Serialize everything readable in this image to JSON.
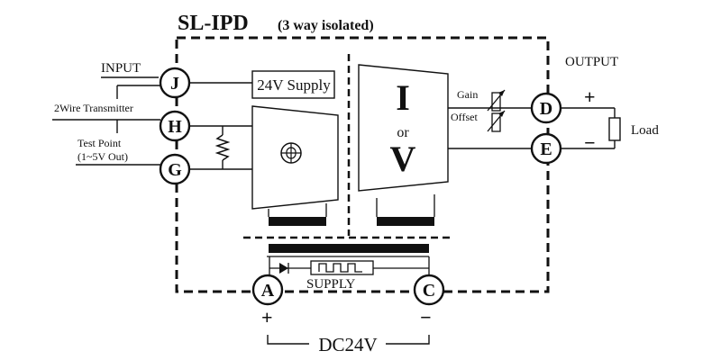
{
  "title": "SL-IPD",
  "subtitle": "(3 way isolated)",
  "input_label": "INPUT",
  "output_label": "OUTPUT",
  "transmitter_label": "2Wire Transmitter",
  "test_point_label": "Test Point",
  "test_point_range": "(1~5V Out)",
  "supply_box_label": "24V Supply",
  "converter_top": "I",
  "converter_mid": "or",
  "converter_bottom": "V",
  "gain_label": "Gain",
  "offset_label": "Offset",
  "load_label": "Load",
  "output_plus": "+",
  "output_minus": "−",
  "supply_label": "SUPPLY",
  "dc_label": "DC24V",
  "supply_plus": "+",
  "supply_minus": "−",
  "terminals": {
    "j": "J",
    "h": "H",
    "g": "G",
    "d": "D",
    "e": "E",
    "a": "A",
    "c": "C"
  }
}
